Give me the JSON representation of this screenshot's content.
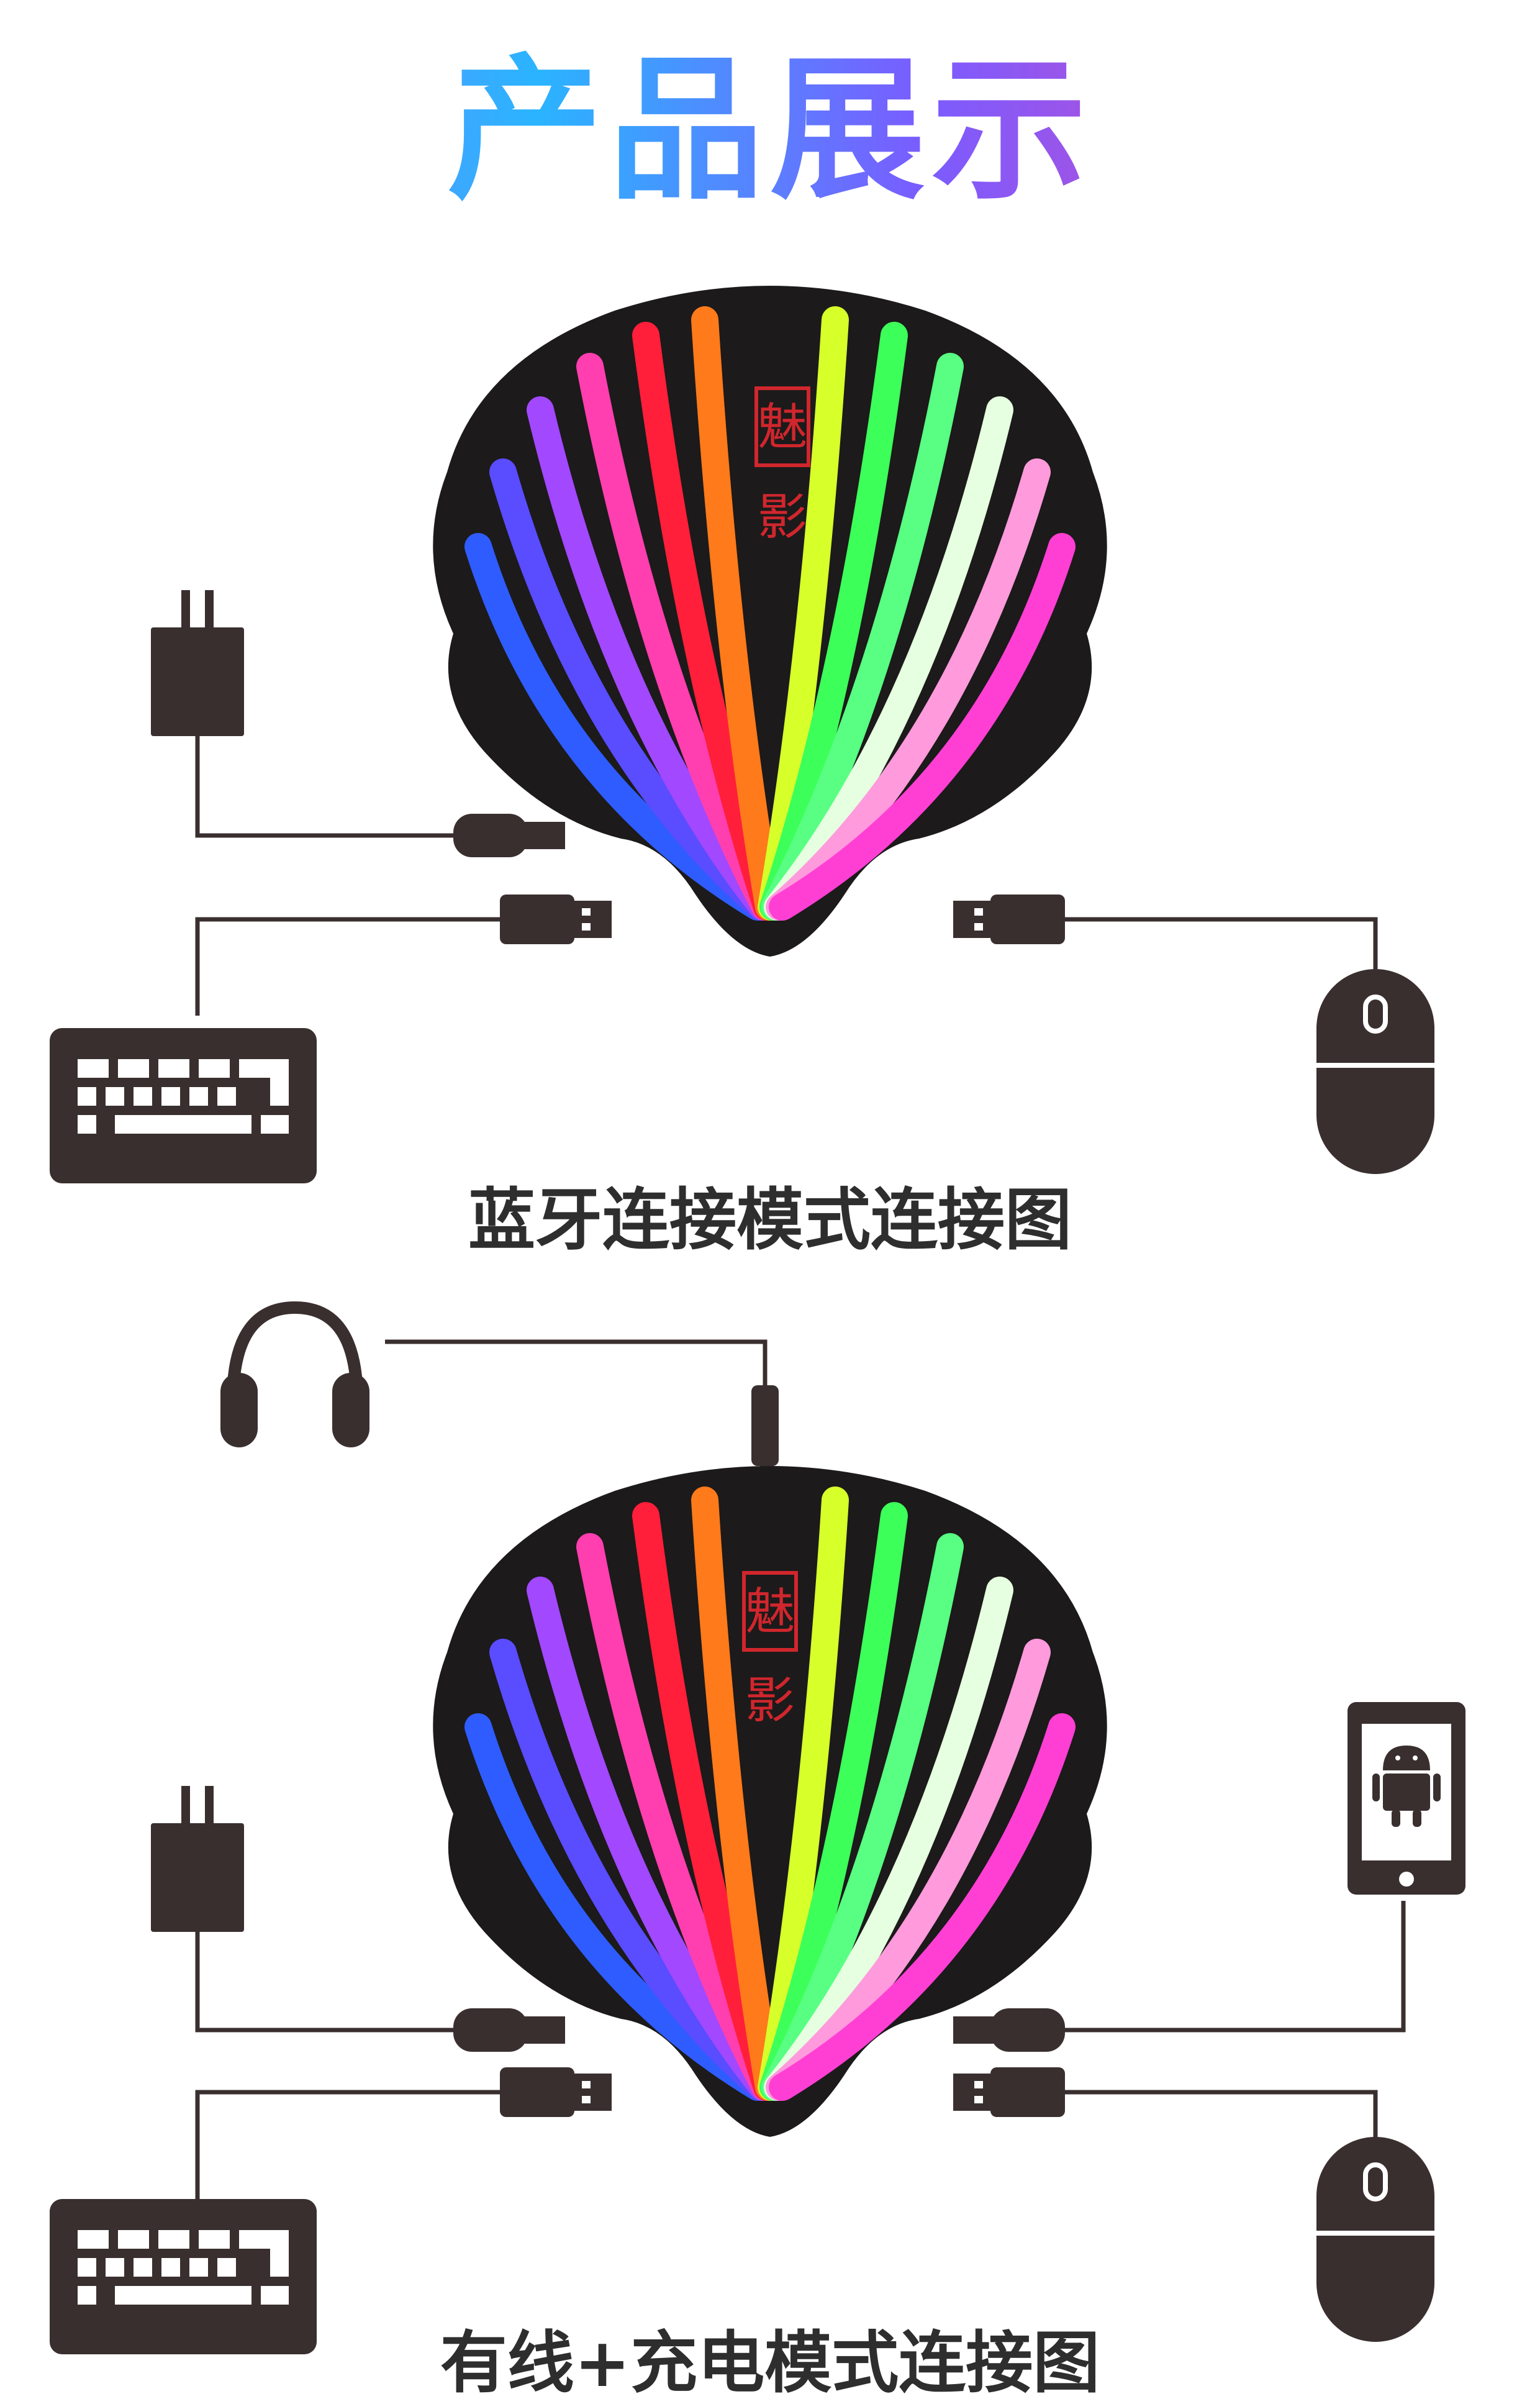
{
  "page": {
    "title": "产品展示"
  },
  "diagram_bluetooth": {
    "caption": "蓝牙连接模式连接图",
    "seal_text": [
      "魅",
      "影"
    ]
  },
  "diagram_wired": {
    "caption": "有线+充电模式连接图",
    "seal_text": [
      "魅",
      "影"
    ]
  },
  "colors": {
    "device_body": "#1c1a1a",
    "icon_dark": "#3a2f2f",
    "seal_red": "#d0262d",
    "caption_text": "#2e2e2e"
  },
  "icons": [
    "charger-icon",
    "keyboard-icon",
    "mouse-icon",
    "headphones-icon",
    "phone-icon",
    "android-icon",
    "usb-plug-icon",
    "audio-jack-icon"
  ]
}
